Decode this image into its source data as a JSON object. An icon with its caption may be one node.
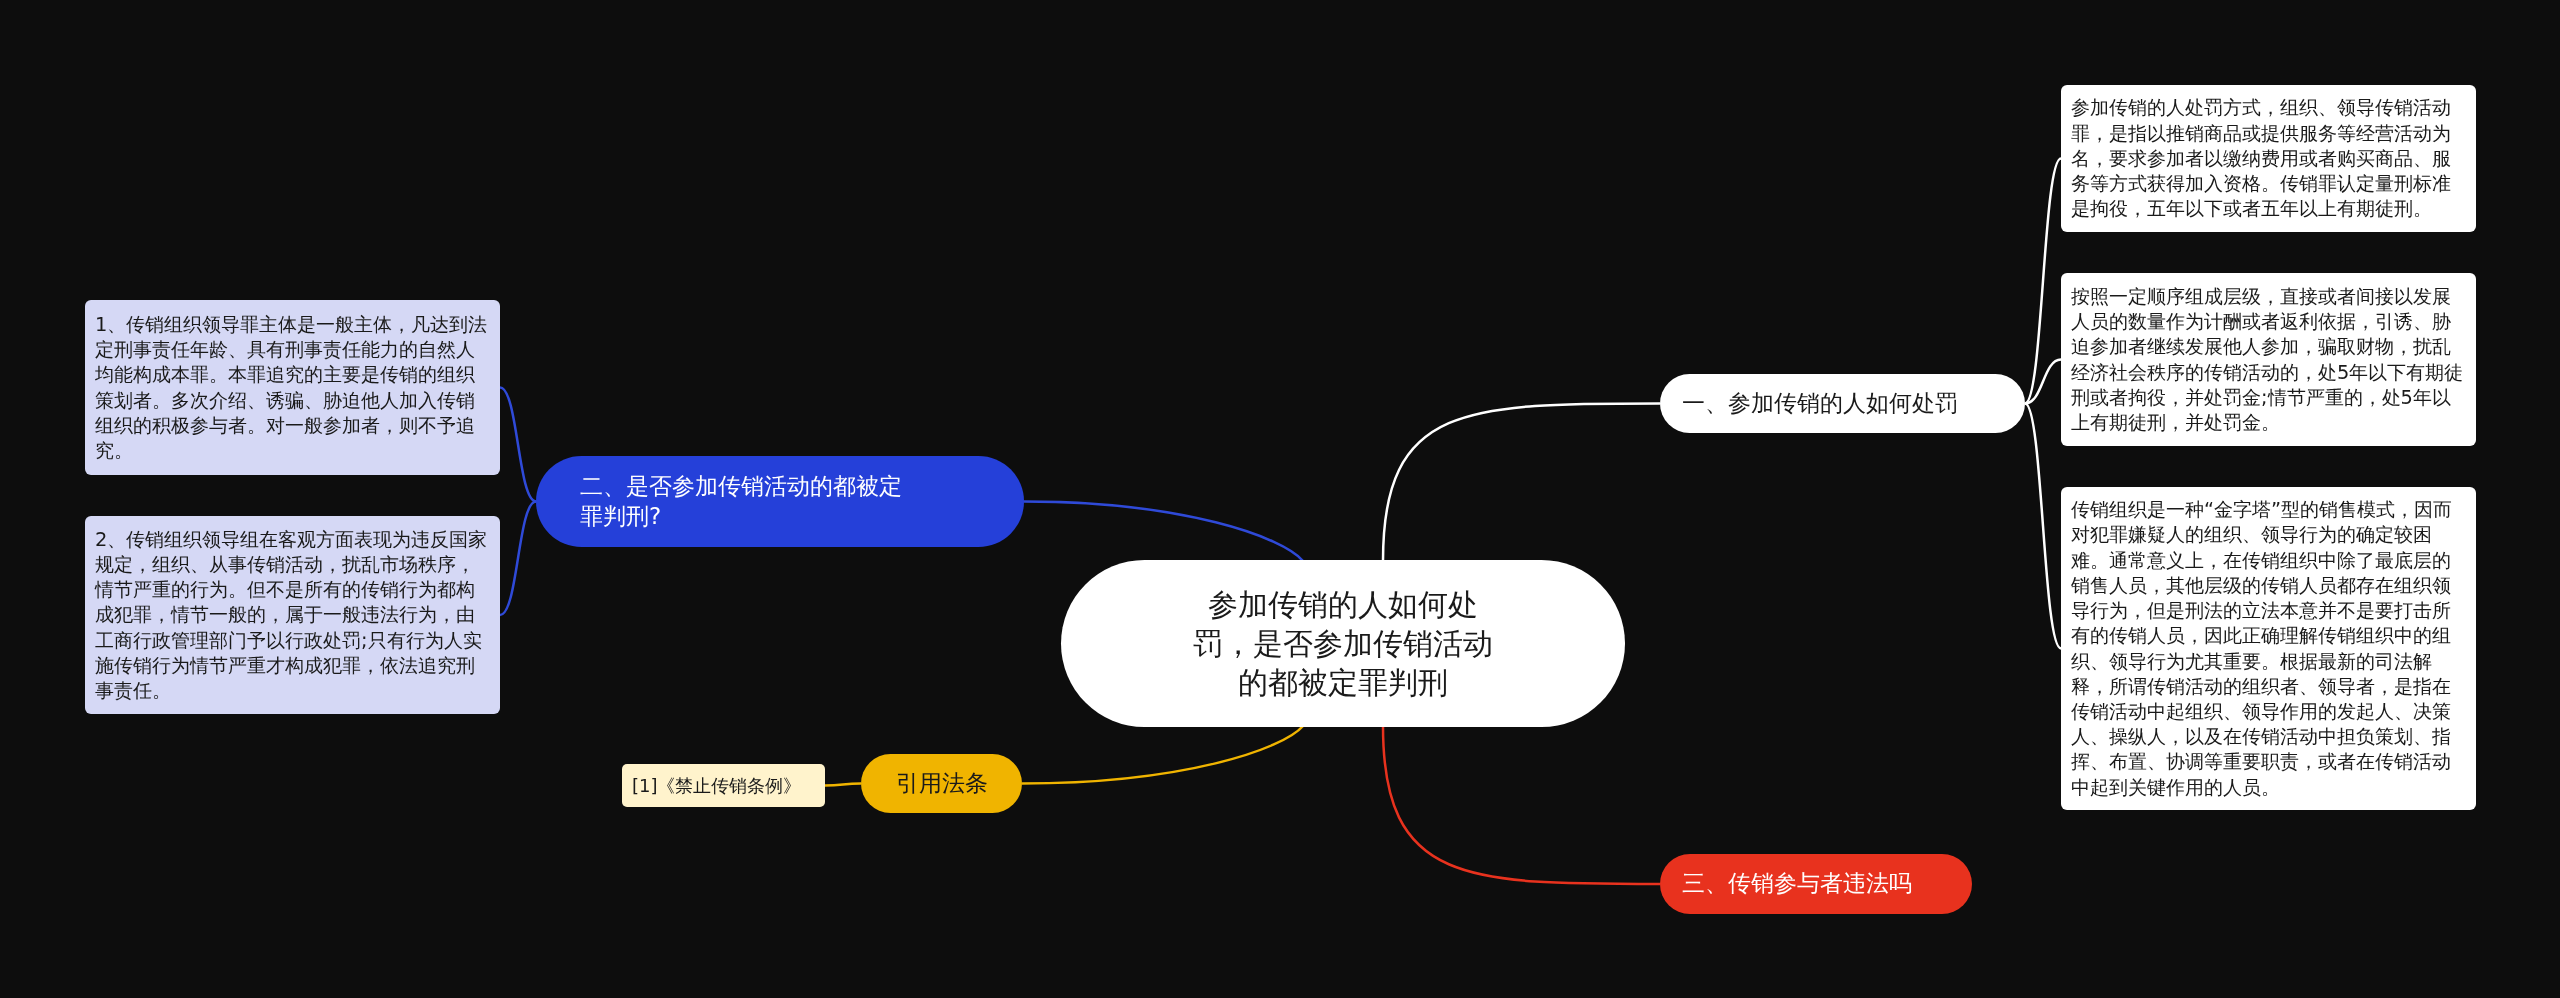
{
  "diagram": {
    "nodes": [
      {
        "text": [
          "参加传销的人如何处罚，是否参加传销活动的都被定罪判刑"
        ]
      },
      {
        "text": [
          "一、参加传销的人如何处罚"
        ]
      },
      {
        "text": [
          "参加传销的人处罚方式，组织、领导传销活动罪，是指以推销商品或提供服务等经营活动为名，要求参加者以缴纳费用或者购买商品、服务等方式获得加入资格。传销罪认定量刑标准是拘役，五年以下或者五年以上有期徒刑。"
        ]
      },
      {
        "text": [
          "按照一定顺序组成层级，直接或者间接以发展人员的数量作为计酬或者返利依据，引诱、胁迫参加者继续发展他人参加，骗取财物，扰乱经济社会秩序的传销活动的，处5年以下有期徒刑或者拘役，并处罚金;情节严重的，处5年以上有期徒刑，并处罚金。"
        ]
      },
      {
        "text": [
          "传销组织是一种“金字塔”型的销售模式，因而对犯罪嫌疑人的组织、领导行为的确定较困难。通常意义上，在传销组织中除了最底层的销售人员，其他层级的传销人员都存在组织领导行为，但是刑法的立法本意并不是要打击所有的传销人员，因此正确理解传销组织中的组织、领导行为尤其重要。根据最新的司法解释，所谓传销活动的组织者、领导者，是指在传销活动中起组织、领导作用的发起人、决策人、操纵人，以及在传销活动中担负策划、指挥、布置、协调等重要职责，或者在传销活动中起到关键作用的人员。"
        ]
      },
      {
        "text": [
          "二、是否参加传销活动的都被定罪判刑?"
        ]
      },
      {
        "text": [
          "1、传销组织领导罪主体是一般主体，凡达到法定刑事责任年龄、具有刑事责任能力的自然人均能构成本罪。本罪追究的主要是传销的组织策划者。多次介绍、诱骗、胁迫他人加入传销组织的积极参与者。对一般参加者，则不予追究。"
        ]
      },
      {
        "text": [
          "2、传销组织领导组在客观方面表现为违反国家规定，组织、从事传销活动，扰乱市场秩序，情节严重的行为。但不是所有的传销行为都构成犯罪，情节一般的，属于一般违法行为，由工商行政管理部门予以行政处罚;只有行为人实施传销行为情节严重才构成犯罪，依法追究刑事责任。"
        ]
      },
      {
        "text": [
          "引用法条"
        ]
      },
      {
        "text": [
          "[1]《禁止传销条例》"
        ]
      },
      {
        "text": [
          "三、传销参与者违法吗"
        ]
      }
    ],
    "edges": [
      {
        "from": 0,
        "to": 1,
        "arrow": "none"
      },
      {
        "from": 1,
        "to": 2,
        "arrow": "none"
      },
      {
        "from": 1,
        "to": 3,
        "arrow": "none"
      },
      {
        "from": 1,
        "to": 4,
        "arrow": "none"
      },
      {
        "from": 0,
        "to": 5,
        "arrow": "none",
        "color": "#2f4ad8"
      },
      {
        "from": 5,
        "to": 6,
        "arrow": "none",
        "color": "#2f4ad8"
      },
      {
        "from": 5,
        "to": 7,
        "arrow": "none",
        "color": "#2f4ad8"
      },
      {
        "from": 0,
        "to": 8,
        "arrow": "none",
        "color": "#f0b400"
      },
      {
        "from": 8,
        "to": 9,
        "arrow": "none",
        "color": "#f0b400"
      },
      {
        "from": 0,
        "to": 10,
        "arrow": "none",
        "color": "#e8321e"
      }
    ]
  }
}
